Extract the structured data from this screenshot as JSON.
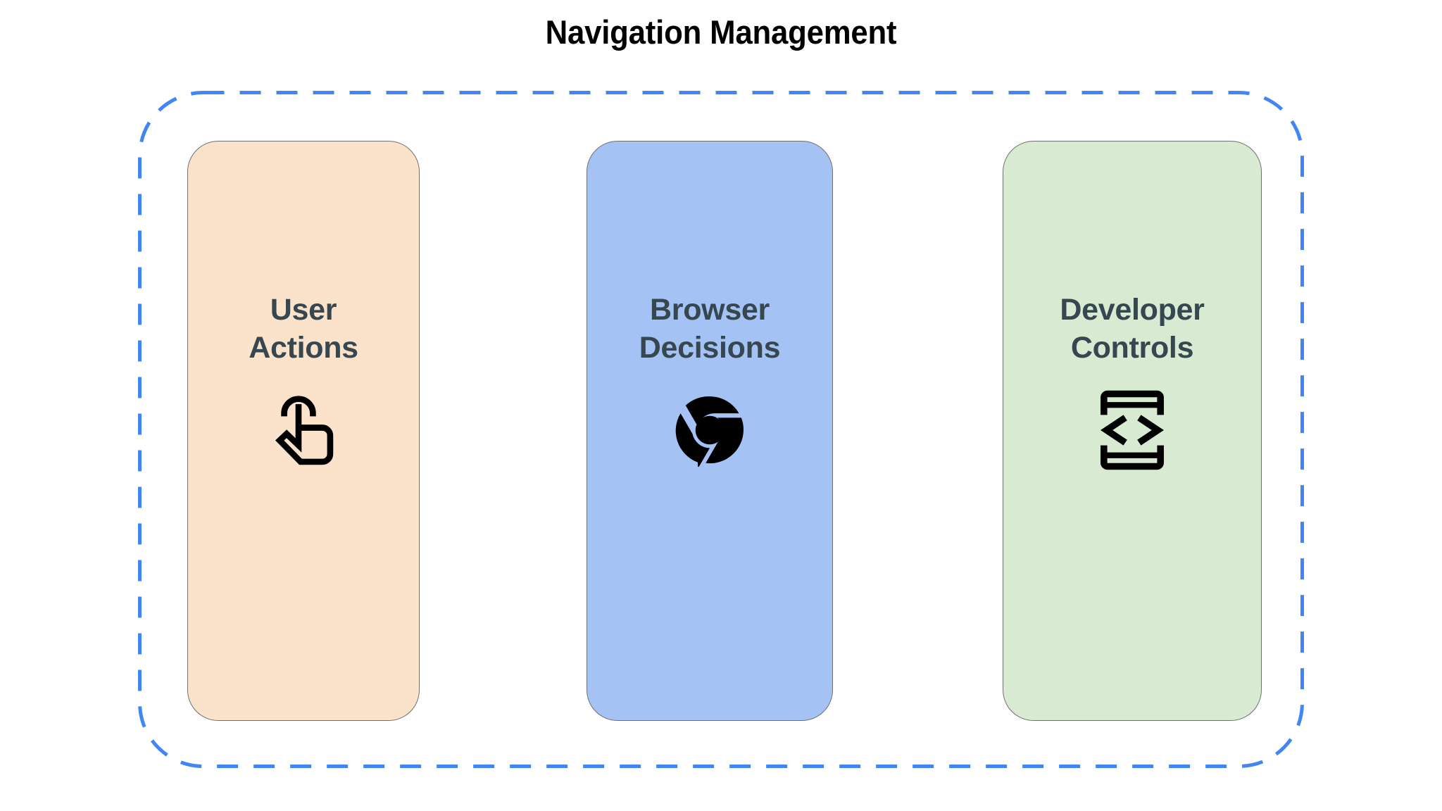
{
  "title": "Navigation Management",
  "colors": {
    "background": "#ffffff",
    "title_text": "#000000",
    "group_border": "#4285f4",
    "card_border": "#6f6f6f",
    "card_label_text": "#37474f",
    "icon": "#000000",
    "card_fill_1": "#fbe3cb",
    "card_fill_2": "#a4c2f4",
    "card_fill_3": "#d9ead3"
  },
  "group": {
    "name": "navigation-management-group",
    "border_style": "dashed",
    "border_color": "#4285f4"
  },
  "cards": [
    {
      "label": "User\nActions",
      "label_line1": "User",
      "label_line2": "Actions",
      "fill": "#fbe3cb",
      "icon": "touch-app-icon"
    },
    {
      "label": "Browser\nDecisions",
      "label_line1": "Browser",
      "label_line2": "Decisions",
      "fill": "#a4c2f4",
      "icon": "chrome-logo-icon"
    },
    {
      "label": "Developer\nControls",
      "label_line1": "Developer",
      "label_line2": "Controls",
      "fill": "#d9ead3",
      "icon": "developer-mode-icon"
    }
  ]
}
